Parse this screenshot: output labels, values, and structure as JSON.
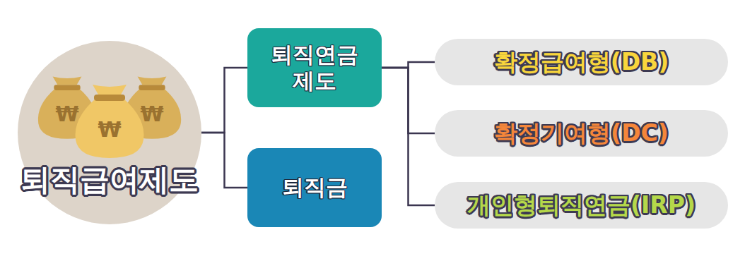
{
  "diagram": {
    "nodes": [
      {
        "text": [
          "퇴직급여제도"
        ]
      },
      {
        "text": [
          "퇴직연금 제도"
        ]
      },
      {
        "text": [
          "퇴직금"
        ]
      },
      {
        "text": [
          "확정급여형(DB)"
        ]
      },
      {
        "text": [
          "확정기여형(DC)"
        ]
      },
      {
        "text": [
          "개인형퇴직연금(IRP)"
        ]
      }
    ],
    "edges": [
      {
        "from": 0,
        "to": 1,
        "arrow": "none"
      },
      {
        "from": 0,
        "to": 2,
        "arrow": "none"
      },
      {
        "from": 1,
        "to": 3,
        "arrow": "none"
      },
      {
        "from": 1,
        "to": 4,
        "arrow": "none"
      },
      {
        "from": 1,
        "to": 5,
        "arrow": "none"
      }
    ],
    "labels": [
      "₩",
      "₩",
      "₩"
    ]
  }
}
